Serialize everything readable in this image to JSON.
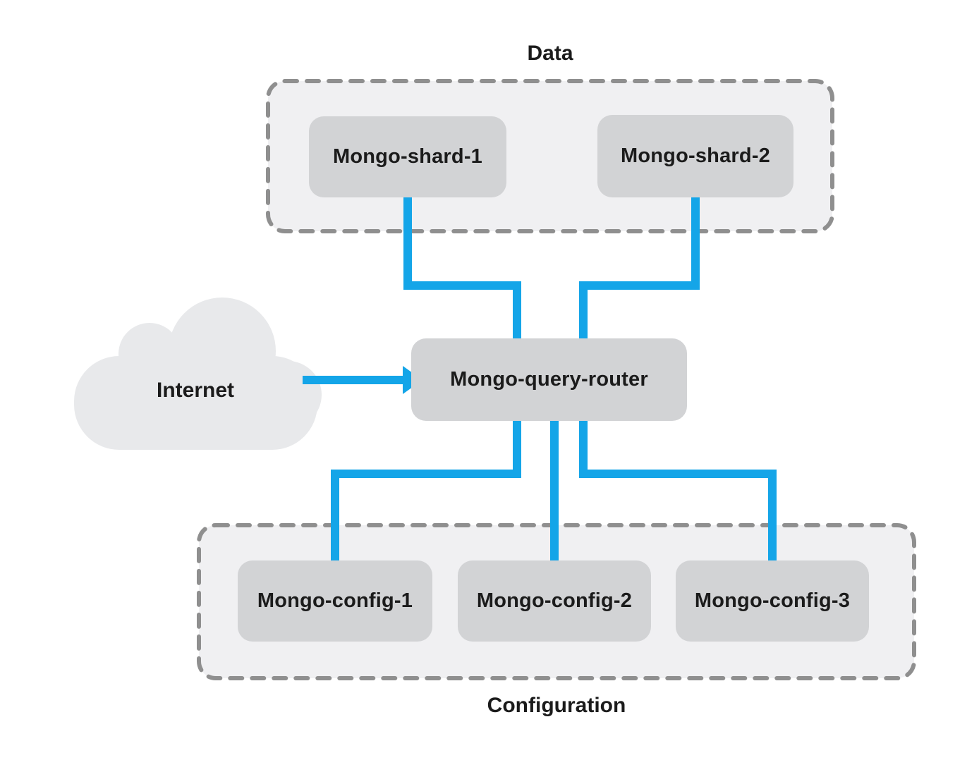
{
  "diagram": {
    "type": "architecture-diagram",
    "groups": {
      "data": {
        "label": "Data",
        "label_position": "top"
      },
      "configuration": {
        "label": "Configuration",
        "label_position": "bottom"
      }
    },
    "nodes": {
      "internet": {
        "label": "Internet",
        "shape": "cloud"
      },
      "shard1": {
        "label": "Mongo-shard-1",
        "group": "data"
      },
      "shard2": {
        "label": "Mongo-shard-2",
        "group": "data"
      },
      "router": {
        "label": "Mongo-query-router",
        "group": null
      },
      "config1": {
        "label": "Mongo-config-1",
        "group": "configuration"
      },
      "config2": {
        "label": "Mongo-config-2",
        "group": "configuration"
      },
      "config3": {
        "label": "Mongo-config-3",
        "group": "configuration"
      }
    },
    "edges": [
      {
        "from": "shard1",
        "to": "router",
        "style": "elbow",
        "arrow": false
      },
      {
        "from": "shard2",
        "to": "router",
        "style": "elbow",
        "arrow": false
      },
      {
        "from": "internet",
        "to": "router",
        "style": "straight",
        "arrow": true
      },
      {
        "from": "router",
        "to": "config1",
        "style": "elbow",
        "arrow": false
      },
      {
        "from": "router",
        "to": "config2",
        "style": "straight",
        "arrow": false
      },
      {
        "from": "router",
        "to": "config3",
        "style": "elbow",
        "arrow": false
      }
    ],
    "colors": {
      "connector": "#14a5e8",
      "node_fill": "#d2d3d5",
      "group_fill": "#f0f0f2",
      "group_border": "#8f8f8f",
      "cloud_fill": "#e8e9eb",
      "text": "#1b1b1b",
      "canvas_bg": "#ffffff"
    }
  }
}
